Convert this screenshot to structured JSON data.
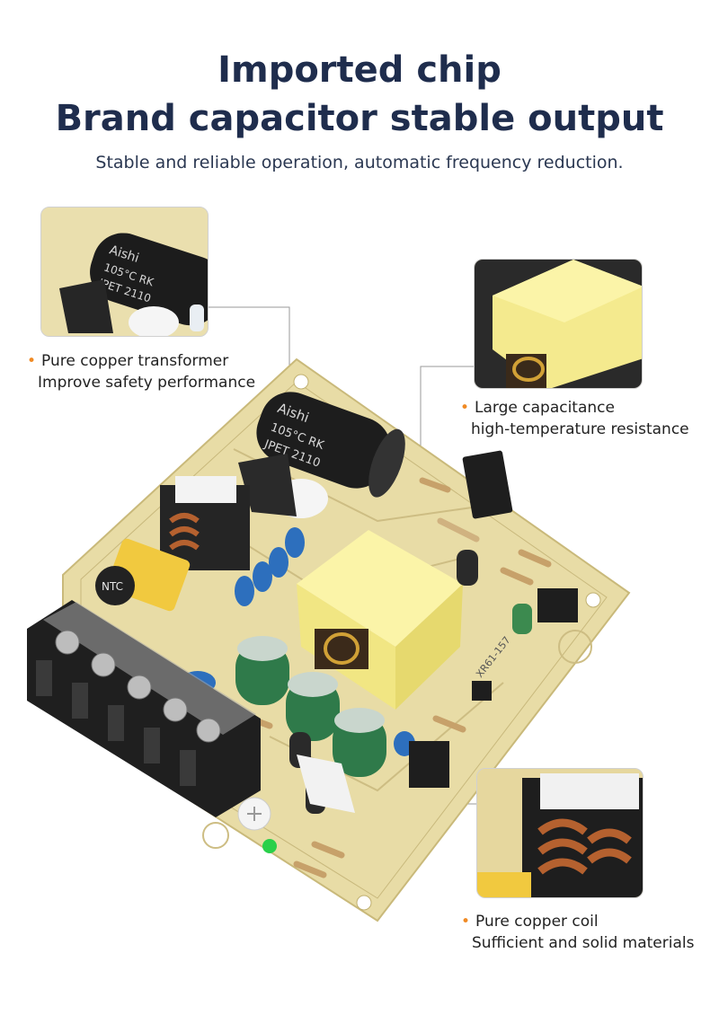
{
  "header": {
    "title_line1": "Imported chip",
    "title_line2": "Brand capacitor stable output",
    "subtitle": "Stable and reliable operation, automatic frequency reduction."
  },
  "callouts": [
    {
      "line1": "Pure copper transformer",
      "line2": "Improve safety performance"
    },
    {
      "line1": "Large capacitance",
      "line2": "high-temperature resistance"
    },
    {
      "line1": "Pure copper coil",
      "line2": "Sufficient and solid materials"
    }
  ],
  "board": {
    "cap_brand": "Aishi",
    "cap_spec": "105°C RK",
    "cap_code": "JPET 2110",
    "ntc_label": "NTC",
    "model_label": "XR61-157"
  },
  "colors": {
    "accent_bullet": "#f08a24",
    "title": "#1f2d4d",
    "pcb": "#e8dca6",
    "transformer": "#f4ea8e",
    "capacitor_green": "#2f7a4a",
    "terminal_block": "#222222"
  }
}
